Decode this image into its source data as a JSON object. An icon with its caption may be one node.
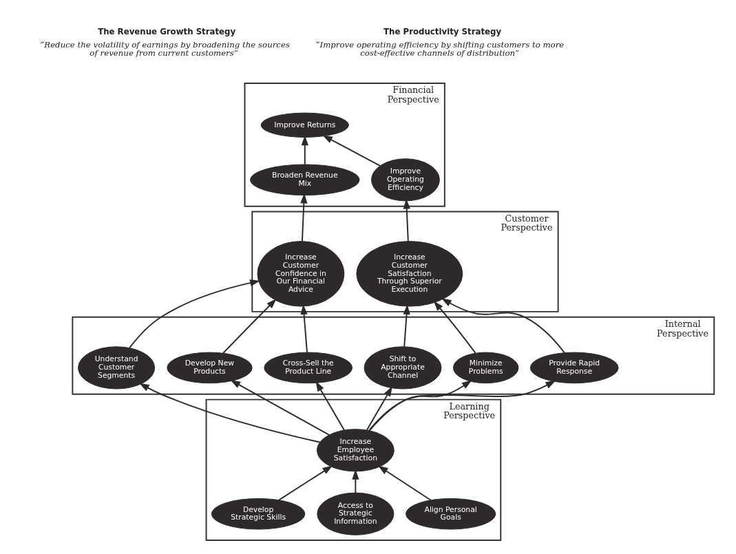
{
  "diagram": {
    "nodes": [
      {
        "text": [
          "Financial Perspective"
        ]
      },
      {
        "text": [
          "Improve Returns"
        ],
        "in": 0
      },
      {
        "text": [
          "Broaden Revenue Mix"
        ],
        "in": 0
      },
      {
        "text": [
          "Improve Operating Efficiency"
        ],
        "in": 0
      },
      {
        "text": [
          "Customer Perspective"
        ]
      },
      {
        "text": [
          "Increase Customer Confidence in Our Financial Advice"
        ],
        "in": 4
      },
      {
        "text": [
          "Increase Customer Satisfaction Through Superior Execution"
        ],
        "in": 4
      },
      {
        "text": [
          "Internal Perspective"
        ]
      },
      {
        "text": [
          "Understand Customer Segments"
        ],
        "in": 7
      },
      {
        "text": [
          "Develop New Products"
        ],
        "in": 7
      },
      {
        "text": [
          "Cross-Sell the Product Line"
        ],
        "in": 7
      },
      {
        "text": [
          "Shift to Appropriate Channel"
        ],
        "in": 7
      },
      {
        "text": [
          "Minimize Problems"
        ],
        "in": 7
      },
      {
        "text": [
          "Provide Rapid Response"
        ],
        "in": 7
      },
      {
        "text": [
          "Learning Perspective"
        ]
      },
      {
        "text": [
          "Increase Employee Satisfaction"
        ],
        "in": 14
      },
      {
        "text": [
          "Develop Strategic Skills"
        ],
        "in": 14
      },
      {
        "text": [
          "Access to Strategic Information"
        ],
        "in": 14
      },
      {
        "text": [
          "Align Personal Goals"
        ],
        "in": 14
      }
    ],
    "edges": [
      {
        "from": 2,
        "to": 1,
        "arrow": "to"
      },
      {
        "from": 3,
        "to": 1,
        "arrow": "to"
      },
      {
        "from": 5,
        "to": 2,
        "arrow": "to"
      },
      {
        "from": 6,
        "to": 3,
        "arrow": "to"
      },
      {
        "from": 8,
        "to": 5,
        "arrow": "to"
      },
      {
        "from": 9,
        "to": 5,
        "arrow": "to"
      },
      {
        "from": 10,
        "to": 5,
        "arrow": "to"
      },
      {
        "from": 11,
        "to": 6,
        "arrow": "to"
      },
      {
        "from": 12,
        "to": 6,
        "arrow": "to"
      },
      {
        "from": 13,
        "to": 6,
        "arrow": "to"
      },
      {
        "from": 15,
        "to": 8,
        "arrow": "to"
      },
      {
        "from": 15,
        "to": 9,
        "arrow": "to"
      },
      {
        "from": 15,
        "to": 10,
        "arrow": "to"
      },
      {
        "from": 15,
        "to": 11,
        "arrow": "to"
      },
      {
        "from": 15,
        "to": 12,
        "arrow": "to"
      },
      {
        "from": 15,
        "to": 13,
        "arrow": "to"
      },
      {
        "from": 16,
        "to": 15,
        "arrow": "to"
      },
      {
        "from": 17,
        "to": 15,
        "arrow": "to"
      },
      {
        "from": 18,
        "to": 15,
        "arrow": "to"
      }
    ],
    "labels": [
      "The Revenue Growth Strategy",
      "“Reduce the volatility of earnings by broadening the sources of revenue from current customers”",
      "The Productivity Strategy",
      "“Improve operating efficiency by shifting customers to more cost-effective channels of distribution”"
    ]
  }
}
